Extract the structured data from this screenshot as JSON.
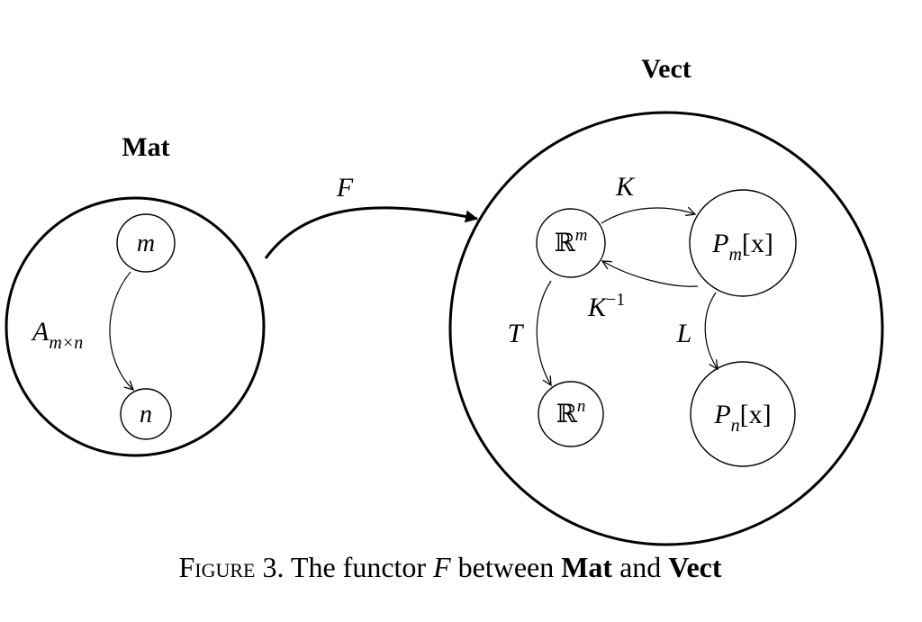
{
  "diagram": {
    "mat": {
      "title": "Mat",
      "nodes": {
        "m": "m",
        "n": "n"
      },
      "arrow_label": {
        "base": "A",
        "sub": "m×n"
      }
    },
    "functor_label": "F",
    "vect": {
      "title": "Vect",
      "nodes": {
        "rm": {
          "base": "ℝ",
          "sup": "m"
        },
        "rn": {
          "base": "ℝ",
          "sup": "n"
        },
        "pm": {
          "base": "P",
          "sub": "m",
          "rest": "[x]"
        },
        "pn": {
          "base": "P",
          "sub": "n",
          "rest": "[x]"
        }
      },
      "labels": {
        "K": "K",
        "Kinv_base": "K",
        "Kinv_sup": "−1",
        "T": "T",
        "L": "L"
      }
    }
  },
  "caption": {
    "figure_word": "Figure 3.",
    "text_before": "The functor ",
    "functor": "F",
    "text_between": " between ",
    "mat": "Mat",
    "and": " and ",
    "vect": "Vect"
  }
}
